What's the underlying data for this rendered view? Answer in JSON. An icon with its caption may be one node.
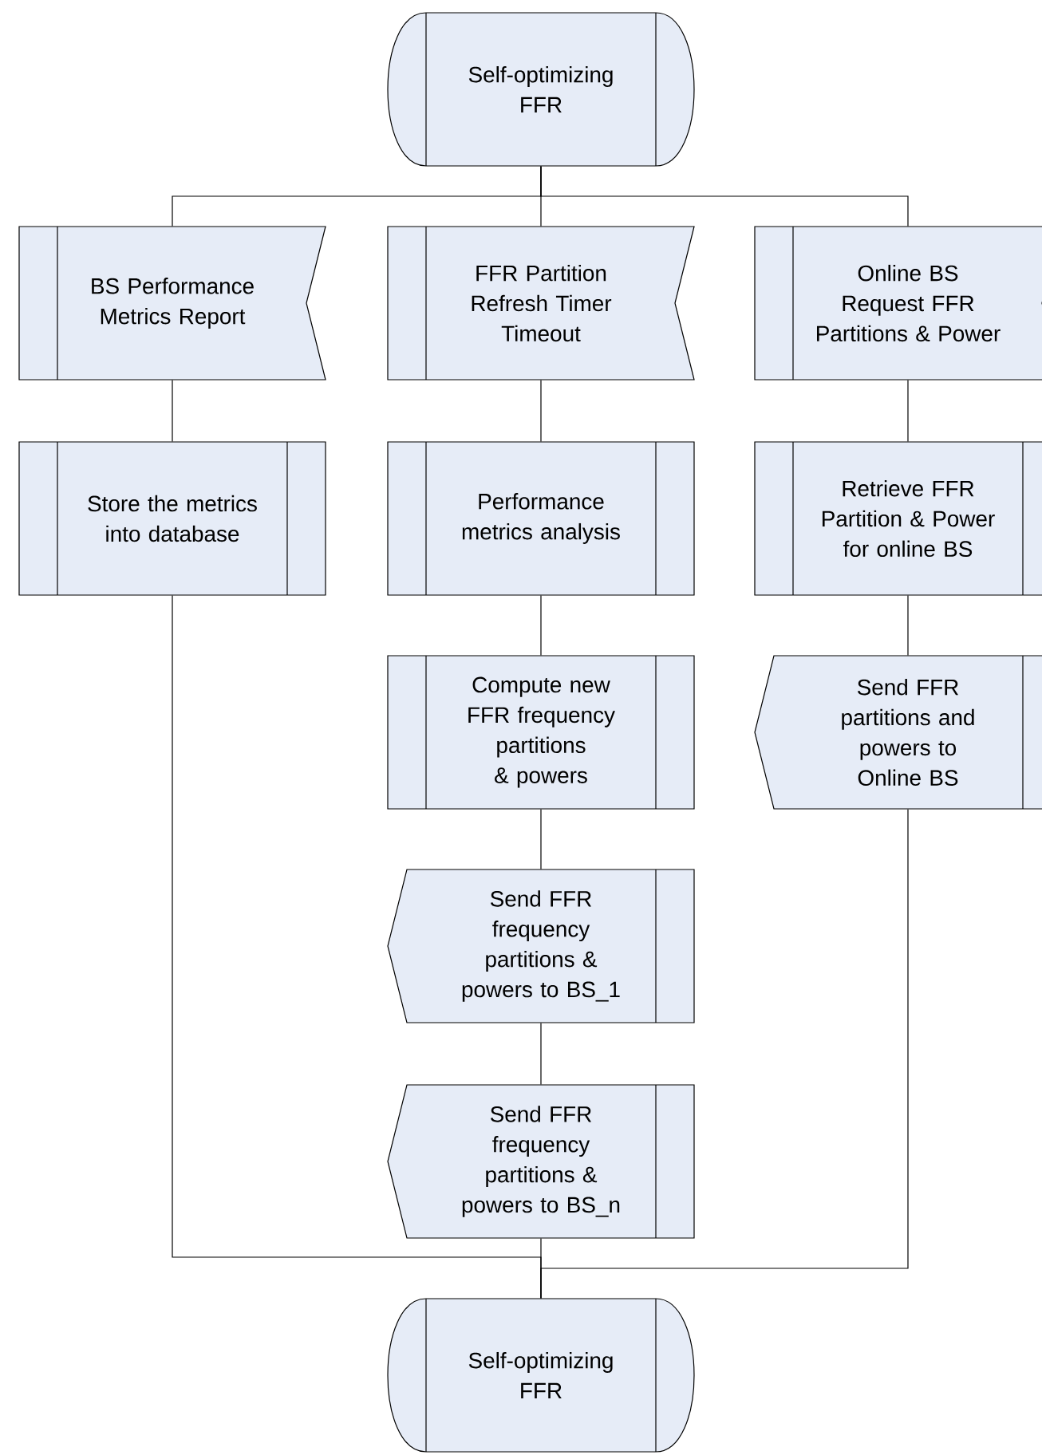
{
  "diagram": {
    "nodes": [
      {
        "text": [
          "Self-optimizing FFR"
        ]
      },
      {
        "text": [
          "BS Performance Metrics Report"
        ]
      },
      {
        "text": [
          "FFR Partition Refresh Timer Timeout"
        ]
      },
      {
        "text": [
          "Online BS Request FFR Partitions & Power"
        ]
      },
      {
        "text": [
          "Store the metrics into database"
        ]
      },
      {
        "text": [
          "Performance metrics analysis"
        ]
      },
      {
        "text": [
          "Retrieve FFR Partition & Power for online BS"
        ]
      },
      {
        "text": [
          "Compute new FFR frequency partitions & powers"
        ]
      },
      {
        "text": [
          "Send FFR partitions and powers to Online BS"
        ]
      },
      {
        "text": [
          "Send FFR frequency partitions & powers to BS_1"
        ]
      },
      {
        "text": [
          "Send FFR frequency partitions & powers to BS_n"
        ]
      },
      {
        "text": [
          "Self-optimizing FFR"
        ]
      }
    ],
    "edges": [
      {
        "from": 0,
        "to": 1,
        "arrow": "none"
      },
      {
        "from": 0,
        "to": 2,
        "arrow": "none"
      },
      {
        "from": 0,
        "to": 3,
        "arrow": "none"
      },
      {
        "from": 1,
        "to": 4,
        "arrow": "none"
      },
      {
        "from": 2,
        "to": 5,
        "arrow": "none"
      },
      {
        "from": 3,
        "to": 6,
        "arrow": "none"
      },
      {
        "from": 5,
        "to": 7,
        "arrow": "none"
      },
      {
        "from": 6,
        "to": 8,
        "arrow": "none"
      },
      {
        "from": 7,
        "to": 9,
        "arrow": "none"
      },
      {
        "from": 9,
        "to": 10,
        "arrow": "none"
      },
      {
        "from": 4,
        "to": 11,
        "arrow": "none"
      },
      {
        "from": 10,
        "to": 11,
        "arrow": "none"
      },
      {
        "from": 8,
        "to": 11,
        "arrow": "none"
      }
    ]
  }
}
